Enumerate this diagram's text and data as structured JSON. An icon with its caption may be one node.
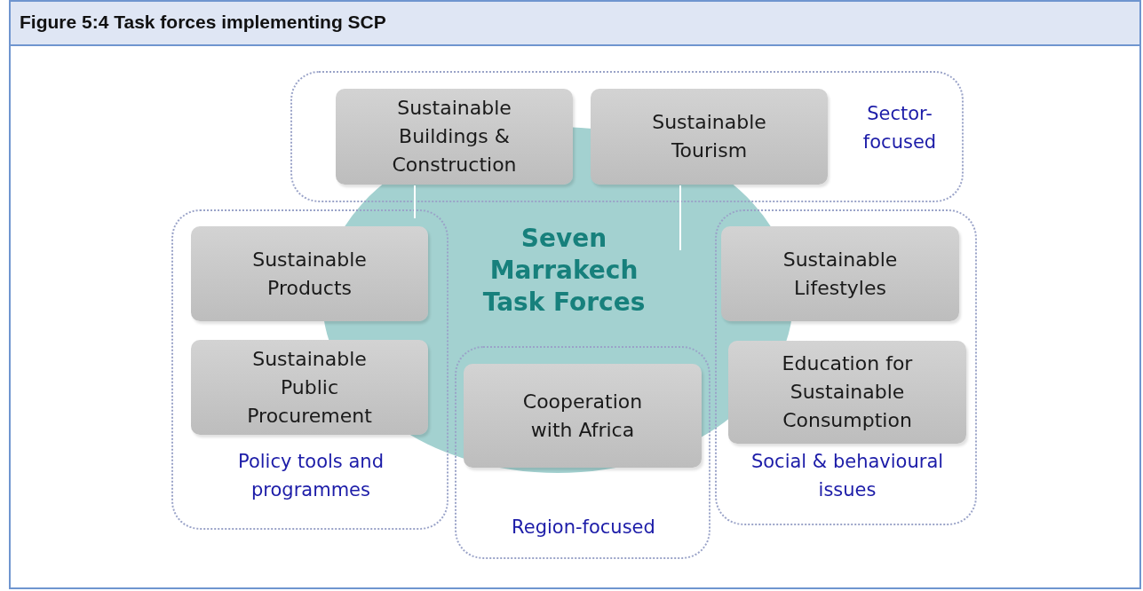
{
  "diagram": {
    "title": "Figure 5:4 Task forces implementing SCP",
    "nodes": [
      {
        "text": [
          "Sector-focused"
        ]
      },
      {
        "text": [
          "Sustainable Buildings & Construction"
        ],
        "in": 0
      },
      {
        "text": [
          "Sustainable Tourism"
        ],
        "in": 0
      },
      {
        "text": [
          "Seven Marrakech Task Forces"
        ]
      },
      {
        "text": [
          "Policy tools and programmes"
        ]
      },
      {
        "text": [
          "Sustainable Products"
        ],
        "in": 4
      },
      {
        "text": [
          "Sustainable Public Procurement"
        ],
        "in": 4
      },
      {
        "text": [
          "Region-focused"
        ]
      },
      {
        "text": [
          "Cooperation with Africa"
        ]
      },
      {
        "text": [
          "Social & behavioural issues"
        ]
      },
      {
        "text": [
          "Sustainable Lifestyles"
        ],
        "in": 9
      },
      {
        "text": [
          "Education for Sustainable Consumption"
        ],
        "in": 9
      }
    ],
    "edges": []
  }
}
